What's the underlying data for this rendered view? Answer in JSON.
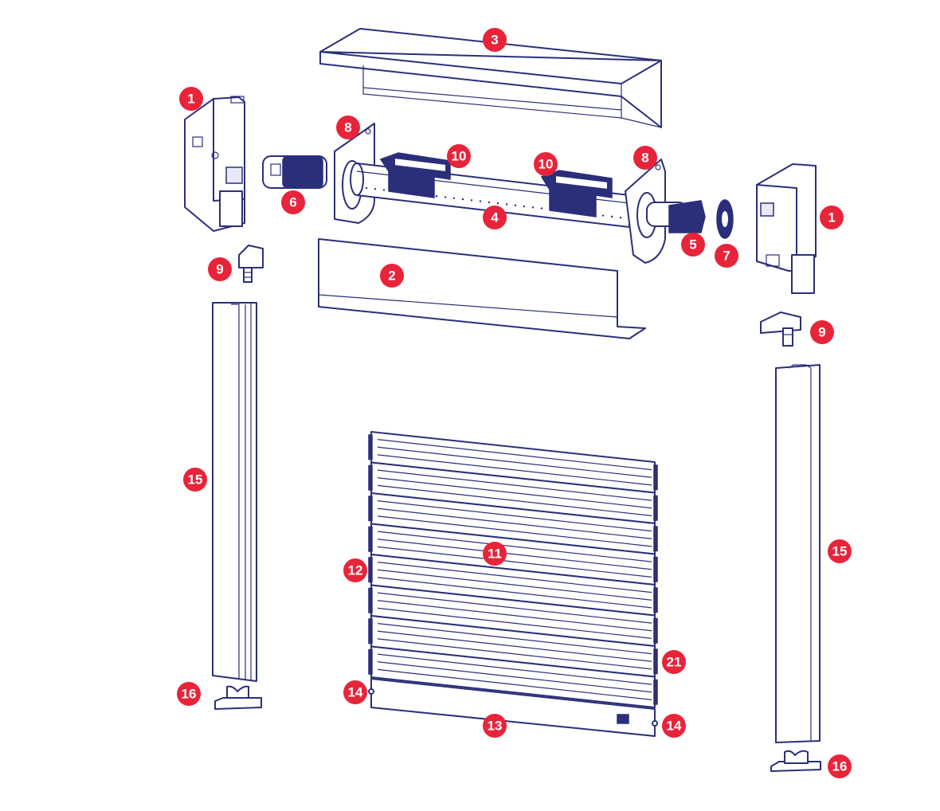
{
  "diagram": {
    "colors": {
      "line": "#2b2f7a",
      "badge": "#e8243a",
      "badge_text": "#ffffff",
      "background": "#ffffff"
    },
    "callouts": {
      "c1_left": "1",
      "c1_right": "1",
      "c2": "2",
      "c3": "3",
      "c4": "4",
      "c5": "5",
      "c6": "6",
      "c7": "7",
      "c8_left": "8",
      "c8_right": "8",
      "c9_left": "9",
      "c9_right": "9",
      "c10_left": "10",
      "c10_right": "10",
      "c11": "11",
      "c12": "12",
      "c13": "13",
      "c14_left": "14",
      "c14_right": "14",
      "c15_left": "15",
      "c15_right": "15",
      "c16_left": "16",
      "c16_right": "16",
      "c21": "21"
    }
  }
}
